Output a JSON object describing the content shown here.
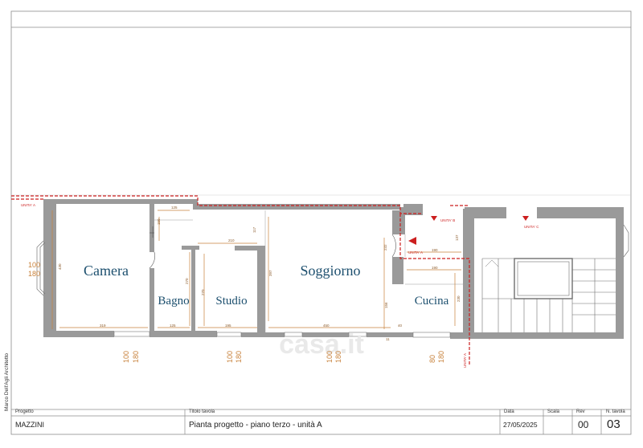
{
  "rooms": {
    "camera": "Camera",
    "bagno": "Bagno",
    "studio": "Studio",
    "soggiorno": "Soggiorno",
    "cucina": "Cucina"
  },
  "unit_markers": {
    "a_left": "UNITA' A",
    "a_center": "UNITA' A",
    "b": "UNITA' B",
    "c": "UNITA' C",
    "a_bottom": "UNITA' A"
  },
  "dimensions": {
    "d125": "125",
    "d150": "150",
    "d210": "210",
    "d117": "117",
    "d232": "232",
    "d137": "137",
    "d190a": "190",
    "d190b": "190",
    "d430": "430",
    "d270a": "270",
    "d270b": "270",
    "d397": "397",
    "d156": "156",
    "d230": "230",
    "d319": "319",
    "d125b": "125",
    "d195": "195",
    "d450": "450",
    "d40": "40",
    "d11": "11"
  },
  "windows": {
    "w1_top": "100",
    "w1_bottom": "180",
    "w2_top": "100",
    "w2_bottom": "180",
    "w3_top": "100",
    "w3_bottom": "180",
    "w4_top": "100",
    "w4_bottom": "180",
    "w5_top": "80",
    "w5_bottom": "180"
  },
  "watermark": "casa.it",
  "author": "Marco Dell'Agli Architetto",
  "title_block": {
    "progetto_label": "Progetto",
    "progetto_value": "MAZZINI",
    "titolo_label": "Titolo tavola",
    "titolo_value": "Pianta progetto - piano terzo - unità A",
    "data_label": "Data",
    "data_value": "27/05/2025",
    "scala_label": "Scala",
    "scala_value": "",
    "rev_label": "Rev",
    "rev_value": "00",
    "tavola_label": "N. tavola",
    "tavola_value": "03"
  },
  "colors": {
    "wall": "#9a9a9a",
    "wall_dark": "#8a8a8a",
    "room_text": "#1c4f6e",
    "unit_line": "#cc1f1f",
    "dim_orange": "#c8823c"
  }
}
